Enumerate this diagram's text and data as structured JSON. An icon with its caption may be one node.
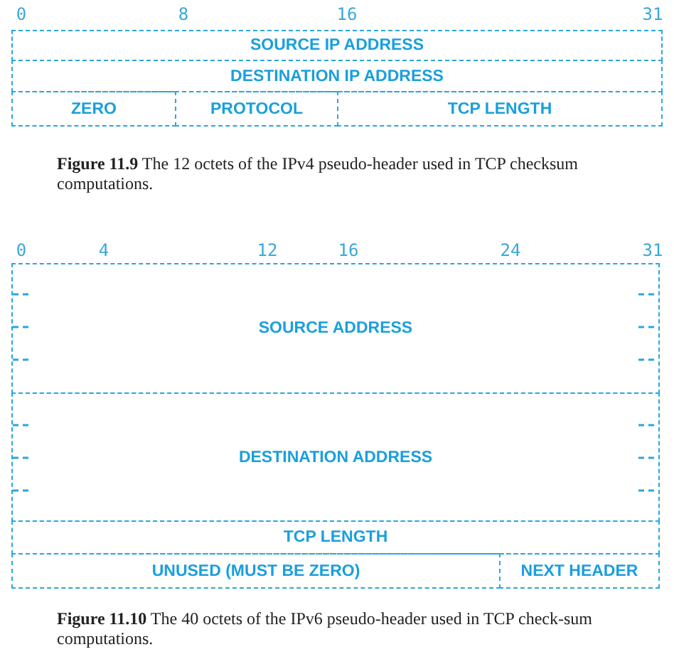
{
  "diagram": {
    "nodes": [
      {
        "text": [
          "SOURCE IP ADDRESS"
        ]
      },
      {
        "text": [
          "DESTINATION IP ADDRESS"
        ]
      },
      {
        "text": [
          "ZERO"
        ]
      },
      {
        "text": [
          "PROTOCOL"
        ]
      },
      {
        "text": [
          "TCP LENGTH"
        ]
      },
      {
        "text": [
          "SOURCE ADDRESS"
        ]
      },
      {
        "text": [
          "DESTINATION ADDRESS"
        ]
      },
      {
        "text": [
          "TCP LENGTH"
        ]
      },
      {
        "text": [
          "UNUSED (MUST BE ZERO)"
        ]
      },
      {
        "text": [
          "NEXT HEADER"
        ]
      }
    ],
    "labels": [
      "0",
      "8",
      "16",
      "31",
      "**Figure 11.9** The 12 octets of the IPv4 pseudo-header used in TCP checksum computations.",
      "0",
      "4",
      "12",
      "16",
      "24",
      "31",
      "**Figure 11.10** The 40 octets of the IPv6 pseudo-header used in TCP check-sum computations."
    ]
  }
}
